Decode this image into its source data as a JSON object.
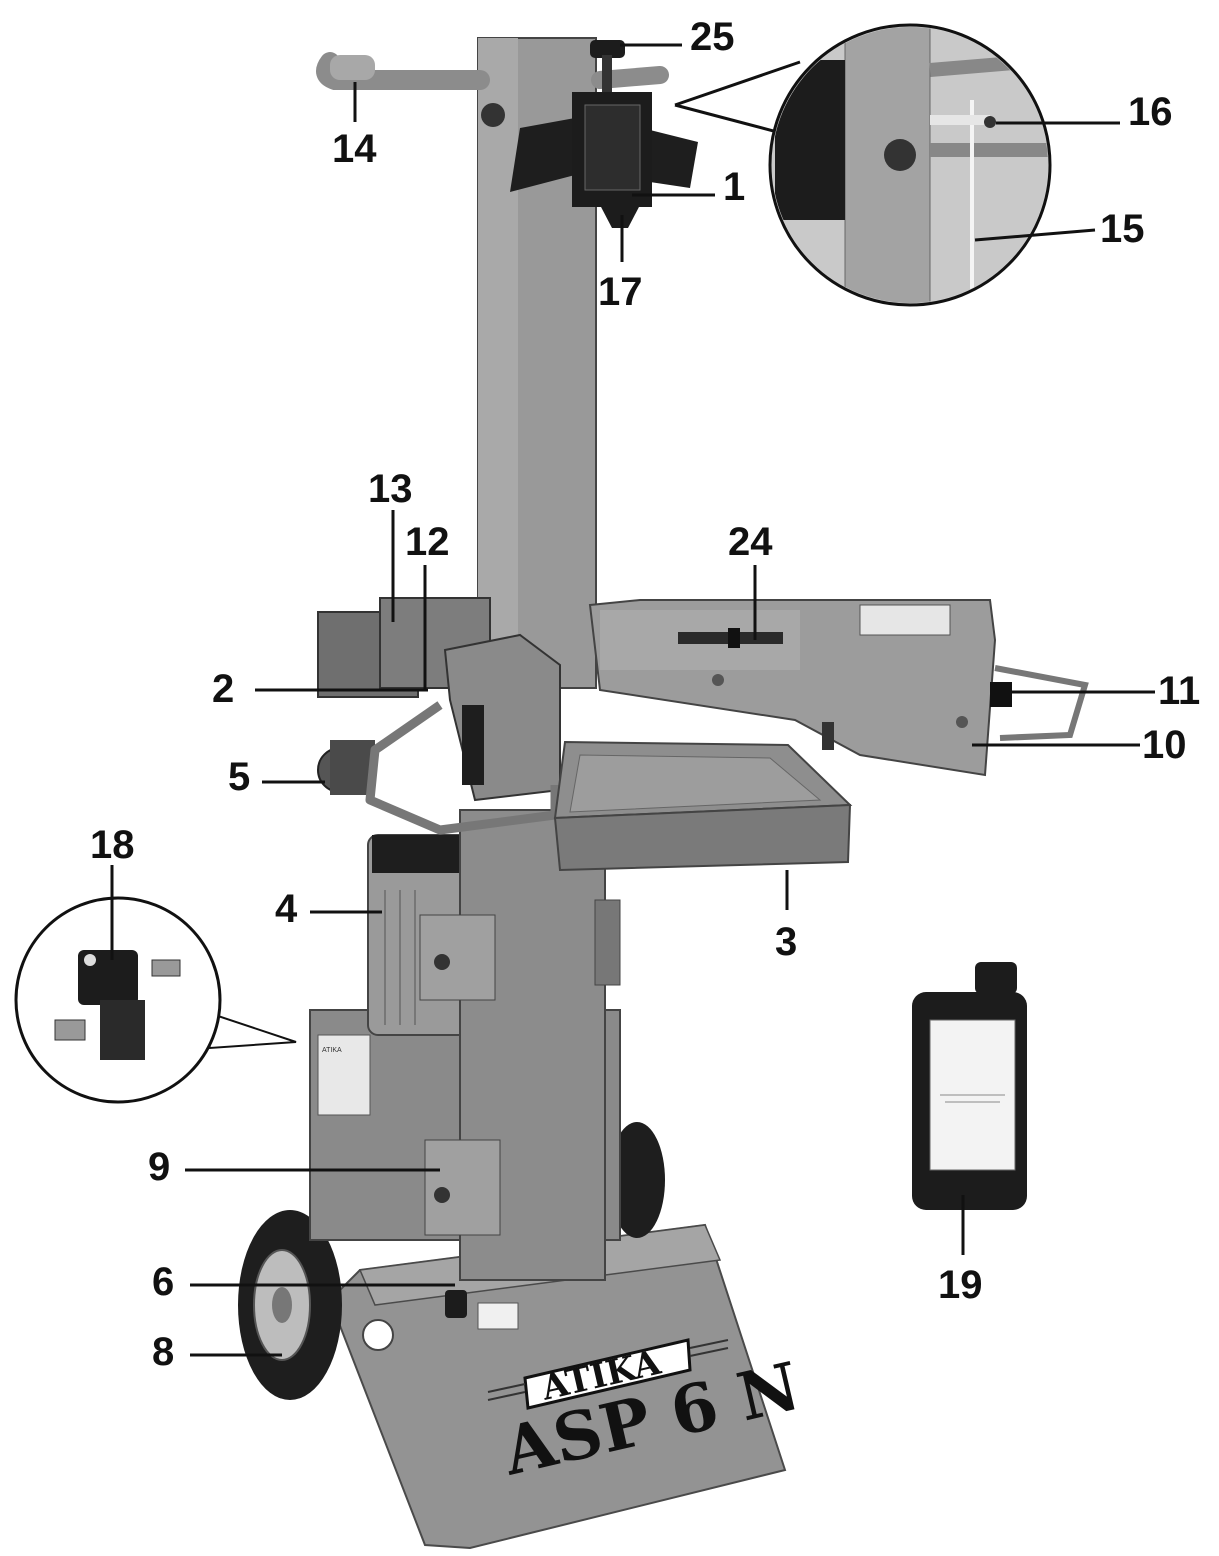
{
  "product": {
    "brand": "ATIKA",
    "model": "ASP 6 N"
  },
  "callouts": [
    {
      "id": "c1",
      "label": "1"
    },
    {
      "id": "c2",
      "label": "2"
    },
    {
      "id": "c3",
      "label": "3"
    },
    {
      "id": "c4",
      "label": "4"
    },
    {
      "id": "c5",
      "label": "5"
    },
    {
      "id": "c6",
      "label": "6"
    },
    {
      "id": "c8",
      "label": "8"
    },
    {
      "id": "c9",
      "label": "9"
    },
    {
      "id": "c10",
      "label": "10"
    },
    {
      "id": "c11",
      "label": "11"
    },
    {
      "id": "c12",
      "label": "12"
    },
    {
      "id": "c13",
      "label": "13"
    },
    {
      "id": "c14",
      "label": "14"
    },
    {
      "id": "c15",
      "label": "15"
    },
    {
      "id": "c16",
      "label": "16"
    },
    {
      "id": "c17",
      "label": "17"
    },
    {
      "id": "c18",
      "label": "18"
    },
    {
      "id": "c19",
      "label": "19"
    },
    {
      "id": "c24",
      "label": "24"
    },
    {
      "id": "c25",
      "label": "25"
    }
  ],
  "colors": {
    "machine_body": "#8f8f8f",
    "machine_dark": "#5e5e5e",
    "machine_light": "#b3b3b3",
    "black_parts": "#1c1c1c",
    "label_text": "#111111"
  }
}
